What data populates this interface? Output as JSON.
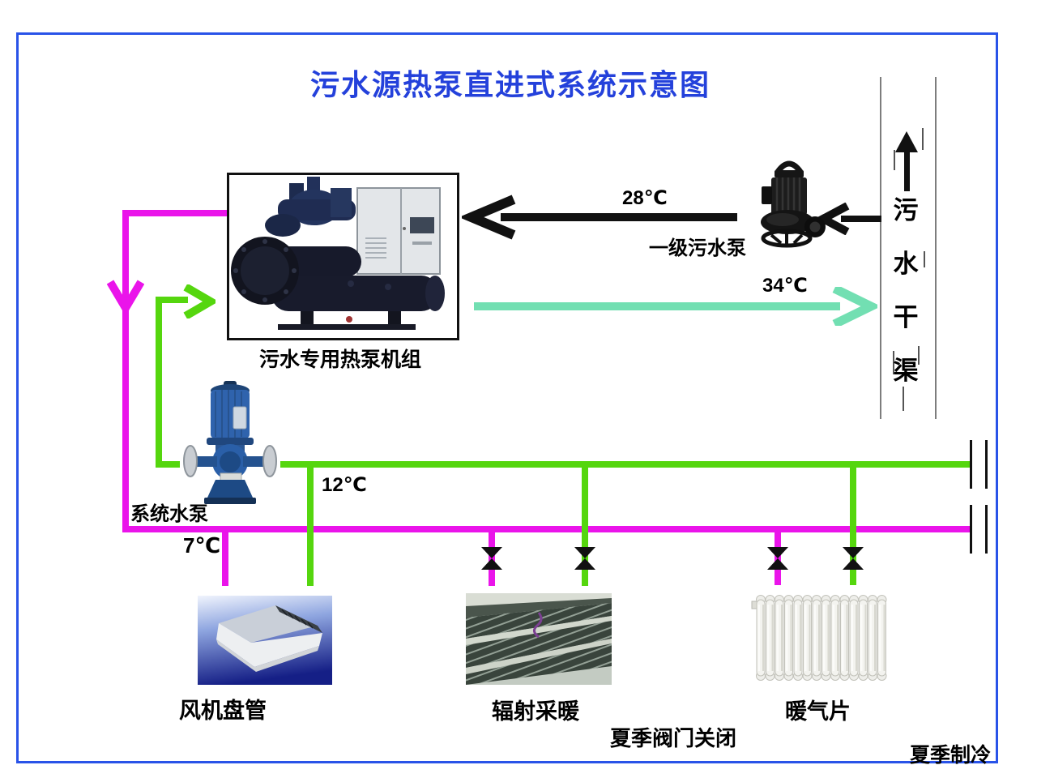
{
  "title": "污水源热泵直进式系统示意图",
  "channel": {
    "chars": [
      "污",
      "水",
      "干",
      "渠"
    ]
  },
  "temps": {
    "sewage_supply": "28℃",
    "sewage_return": "34℃",
    "chilled_return": "12℃",
    "chilled_supply": "7℃"
  },
  "labels": {
    "heat_pump_unit": "污水专用热泵机组",
    "primary_sewage_pump": "一级污水泵",
    "system_pump": "系统水泵",
    "fan_coil": "风机盘管",
    "radiant_heating": "辐射采暖",
    "radiator": "暖气片",
    "summer_valves_closed": "夏季阀门关闭",
    "summer_cooling": "夏季制冷"
  },
  "colors": {
    "frame_blue": "#2953e8",
    "title_blue": "#2441db",
    "pipe_magenta": "#ea14ea",
    "pipe_green": "#55d60e",
    "arrow_mint": "#72dfb2",
    "arrow_black": "#111111",
    "channel_gray": "#7d7d7d"
  }
}
